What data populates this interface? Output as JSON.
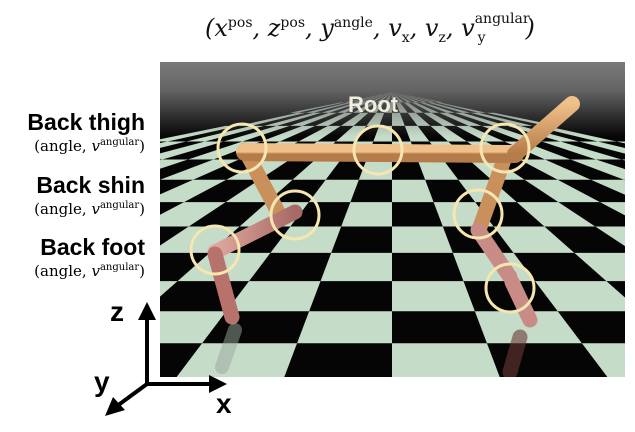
{
  "header": {
    "tuple_open": "(",
    "tuple_close": ")",
    "terms": [
      {
        "base": "x",
        "sup": "pos",
        "sub": ""
      },
      {
        "base": "z",
        "sup": "pos",
        "sub": ""
      },
      {
        "base": "y",
        "sup": "angle",
        "sub": ""
      },
      {
        "base": "v",
        "sup": "",
        "sub": "x"
      },
      {
        "base": "v",
        "sup": "",
        "sub": "z"
      },
      {
        "base": "v",
        "sup": "angular",
        "sub": "y"
      }
    ]
  },
  "labels": [
    {
      "name": "Back thigh",
      "sub_angle": "angle",
      "sub_v": "v",
      "sub_sup": "angular"
    },
    {
      "name": "Back shin",
      "sub_angle": "angle",
      "sub_v": "v",
      "sub_sup": "angular"
    },
    {
      "name": "Back foot",
      "sub_angle": "angle",
      "sub_v": "v",
      "sub_sup": "angular"
    }
  ],
  "scene": {
    "root_label": "Root"
  },
  "axes": {
    "z_label": "z",
    "x_label": "x",
    "y_label": "y"
  },
  "colors": {
    "circle_stroke": "#f6e6b0",
    "torso": "#d39a63",
    "leg": "#c98b85",
    "floor_light": "#c5dcc9",
    "floor_dark": "#050505",
    "sky": "#6c6c6c"
  }
}
